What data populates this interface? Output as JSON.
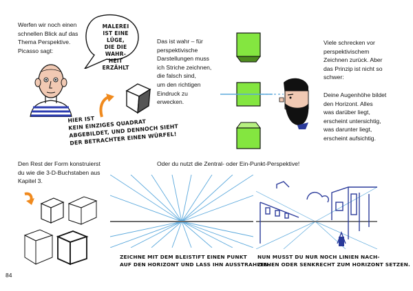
{
  "intro_text": "Werfen wir noch einen\nschnellen Blick auf das\nThema Perspektive.\nPicasso sagt:",
  "picasso_quote": "MALEREI\nIST EINE LÜGE,\nDIE DIE WAHR-\nHEIT ERZÄHLT",
  "cube_caption": "HIER IST\nKEIN EINZIGES QUADRAT\nABGEBILDET, UND DENNOCH SIEHT\nDER BETRACHTER EINEN WÜRFEL!",
  "middle_text": "Das ist wahr – für\nperspektivische\nDarstellungen muss\nich Striche zeichnen,\ndie falsch sind,\num den richtigen\nEindruck zu\nerwecken.",
  "right_text_1": "Viele schrecken vor\nperspektivischem\nZeichnen zurück. Aber\ndas Prinzip ist nicht so\nschwer:",
  "right_text_2": "Deine Augenhöhe bildet\nden Horizont. Alles\nwas darüber liegt,\nerscheint untersichtig,\nwas darunter liegt,\nerscheint aufsichtig.",
  "bottom_left_text": "Den Rest der Form konstruierst\ndu wie die 3-D-Buchstaben aus\nKapitel 3.",
  "bottom_mid_text": "Oder du nutzt die Zentral- oder Ein-Punkt-Perspektive!",
  "caption_pencil": "ZEICHNE MIT DEM BLEISTIFT EINEN PUNKT\nAUF DEN HORIZONT UND LASS IHN AUSSTRAHLEN.",
  "caption_lines": "NUN MUSST DU NUR NOCH LINIEN NACH-\nZIEHEN ODER SENKRECHT ZUM HORIZONT SETZEN.",
  "page_number": "84",
  "colors": {
    "green": "#84e640",
    "blue": "#5aa8dc",
    "orange": "#f08a1e",
    "navy": "#2a3a9a"
  }
}
